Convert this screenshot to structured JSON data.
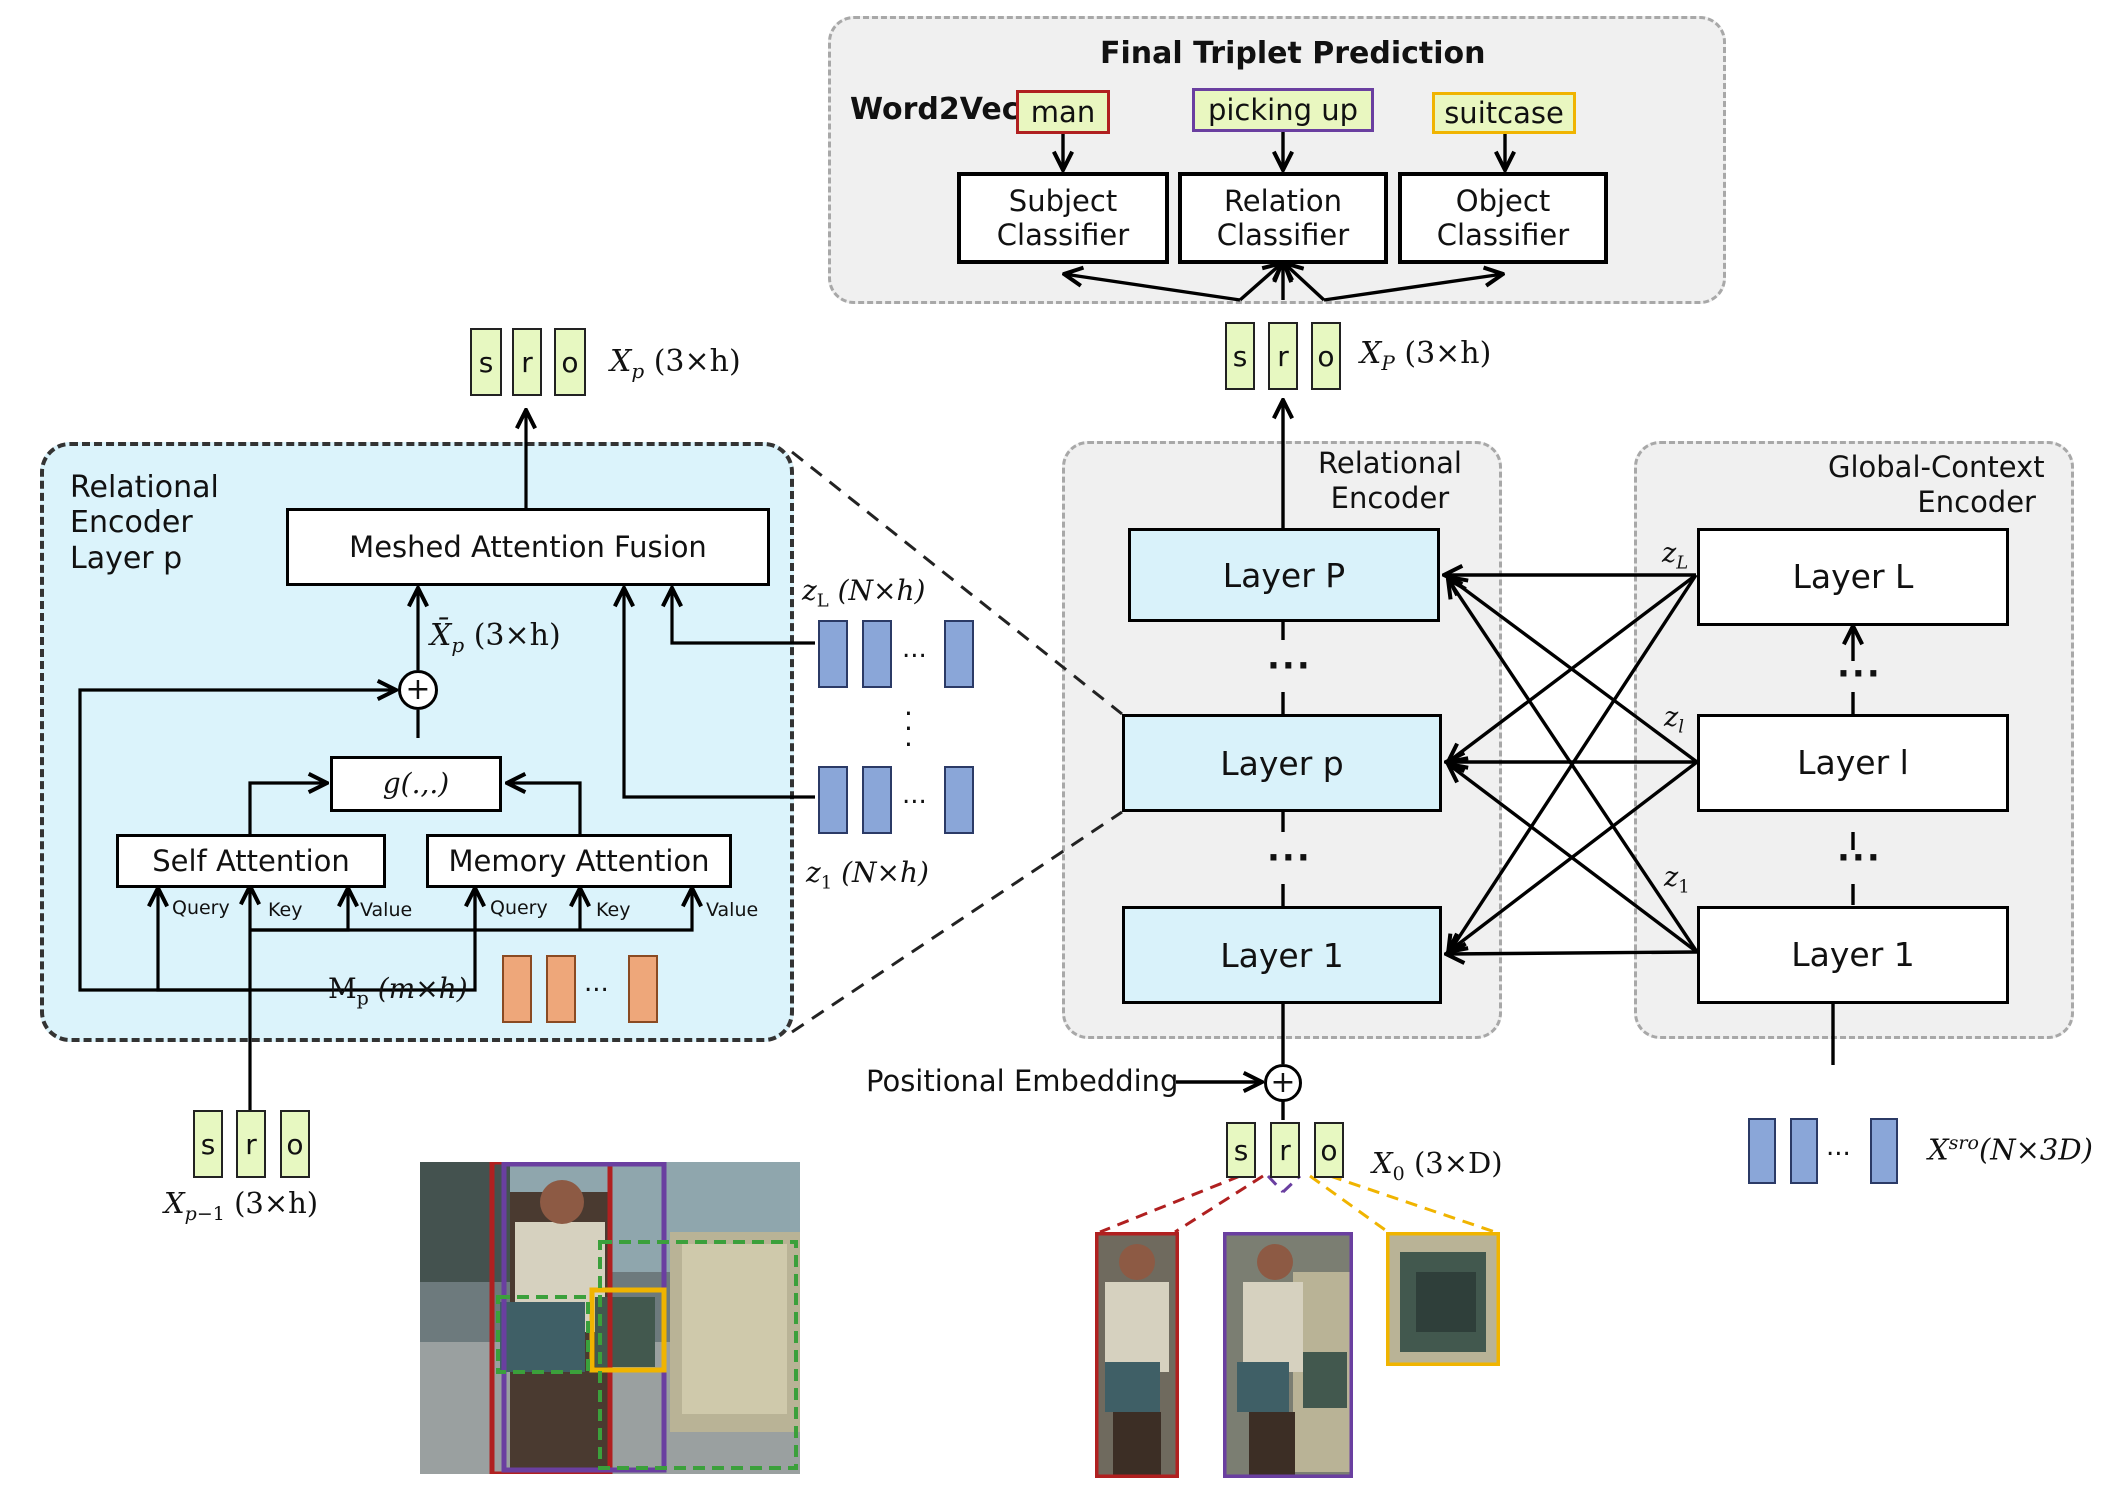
{
  "final_panel": {
    "title": "Final Triplet Prediction",
    "word2vec_label": "Word2Vec",
    "words": {
      "subject": "man",
      "relation": "picking up",
      "object": "suitcase"
    },
    "word_colors": {
      "subject": "#b02020",
      "relation": "#6a3fa0",
      "object": "#f0b400"
    },
    "classifiers": {
      "subject": [
        "Subject",
        "Classifier"
      ],
      "relation": [
        "Relation",
        "Classifier"
      ],
      "object": [
        "Object",
        "Classifier"
      ]
    }
  },
  "tokens": {
    "s": "s",
    "r": "r",
    "o": "o"
  },
  "math": {
    "xp_top": "(3×h)",
    "xP": "(3×h)",
    "x0": "(3×D)",
    "xbar": "(3×h)",
    "zL_dims": "(N×h)",
    "z1_dims": "(N×h)",
    "mp_dims": "(m×h)",
    "xpm1": "(3×h)",
    "xsro": "(N×3D)"
  },
  "relational_layer": {
    "title_lines": [
      "Relational",
      "Encoder",
      "Layer p"
    ],
    "fusion": "Meshed Attention Fusion",
    "gfunc": "g(.,.)",
    "self_attention": "Self Attention",
    "memory_attention": "Memory Attention",
    "qkv": {
      "query": "Query",
      "key": "Key",
      "value": "Value"
    }
  },
  "relational_encoder": {
    "title_lines": [
      "Relational",
      "Encoder"
    ],
    "layers": {
      "top": "Layer P",
      "mid": "Layer p",
      "bottom": "Layer 1"
    }
  },
  "global_encoder": {
    "title_lines": [
      "Global-Context",
      "Encoder"
    ],
    "layers": {
      "top": "Layer L",
      "mid": "Layer l",
      "bottom": "Layer 1"
    }
  },
  "positional_embedding": "Positional Embedding",
  "ellipsis": "..."
}
